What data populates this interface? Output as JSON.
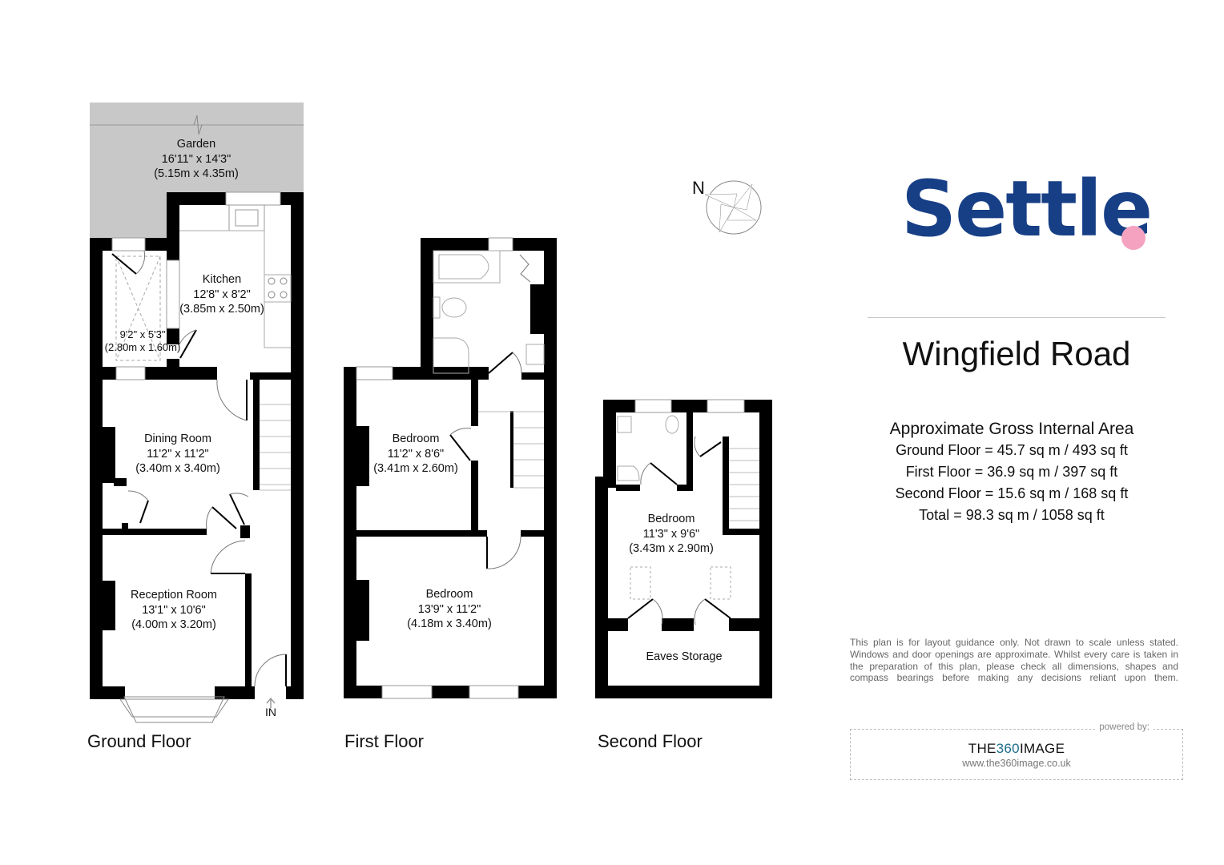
{
  "brand": {
    "name": "Settle",
    "logo_color": "#173f86",
    "dot_color": "#f4a2bf"
  },
  "property": {
    "address": "Wingfield Road"
  },
  "area": {
    "heading": "Approximate Gross Internal Area",
    "lines": [
      "Ground Floor = 45.7 sq m / 493 sq ft",
      "First Floor = 36.9 sq m / 397 sq ft",
      "Second Floor = 15.6 sq m / 168 sq ft",
      "Total = 98.3 sq m / 1058 sq ft"
    ]
  },
  "compass": {
    "label": "N",
    "icon": "compass-rose-icon"
  },
  "floors": {
    "ground": {
      "title": "Ground Floor",
      "entrance_label": "IN",
      "rooms": [
        {
          "name": "Garden",
          "imperial": "16'11\" x 14'3\"",
          "metric": "(5.15m x 4.35m)"
        },
        {
          "name": "Kitchen",
          "imperial": "12'8\" x 8'2\"",
          "metric": "(3.85m x 2.50m)"
        },
        {
          "name": "",
          "imperial": "9'2\" x 5'3\"",
          "metric": "(2.80m x 1.60m)"
        },
        {
          "name": "Dining Room",
          "imperial": "11'2\" x 11'2\"",
          "metric": "(3.40m x 3.40m)"
        },
        {
          "name": "Reception Room",
          "imperial": "13'1\" x 10'6\"",
          "metric": "(4.00m x 3.20m)"
        }
      ]
    },
    "first": {
      "title": "First Floor",
      "rooms": [
        {
          "name": "Bedroom",
          "imperial": "11'2\" x 8'6\"",
          "metric": "(3.41m x 2.60m)"
        },
        {
          "name": "Bedroom",
          "imperial": "13'9\" x 11'2\"",
          "metric": "(4.18m x 3.40m)"
        }
      ]
    },
    "second": {
      "title": "Second Floor",
      "rooms": [
        {
          "name": "Bedroom",
          "imperial": "11'3\" x 9'6\"",
          "metric": "(3.43m x 2.90m)"
        },
        {
          "name": "Eaves Storage",
          "imperial": "",
          "metric": ""
        }
      ]
    }
  },
  "disclaimer": "This plan is for layout guidance only. Not drawn to scale unless stated. Windows and door openings are approximate. Whilst every care is taken in the preparation of this plan, please check all dimensions, shapes and compass bearings before making any decisions reliant upon them.",
  "powered": {
    "label": "powered by:",
    "brand_prefix": "THE",
    "brand_accent": "360",
    "brand_suffix": "IMAGE",
    "url": "www.the360image.co.uk"
  }
}
